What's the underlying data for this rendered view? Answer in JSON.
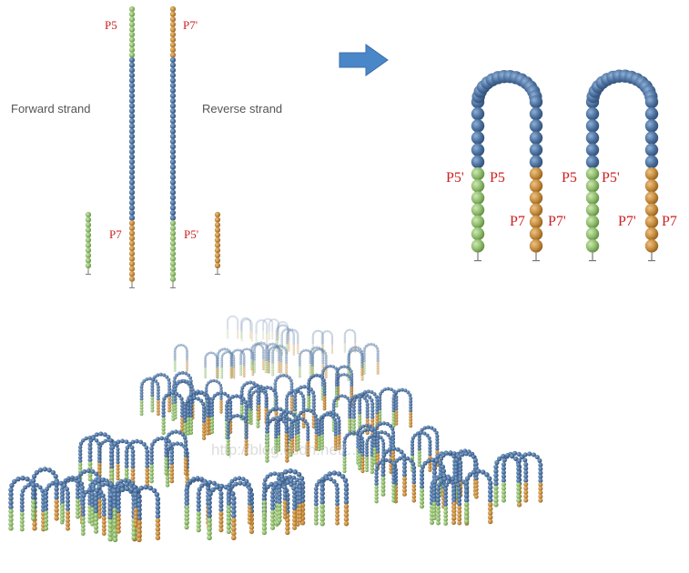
{
  "colors": {
    "blue": "#4a6f9d",
    "green": "#8dba6a",
    "orange": "#c48a3a",
    "label_red": "#cc1f1f",
    "stem": "#777777"
  },
  "strands": {
    "forward_label": "Forward strand",
    "reverse_label": "Reverse strand"
  },
  "primers": {
    "p5": "P5",
    "p7p": "P7'",
    "p7": "P7",
    "p5p": "P5'"
  },
  "bridges": {
    "left": {
      "top_left": "P5'",
      "top_right": "P5",
      "bottom_left": "P7",
      "bottom_right": "P7'"
    },
    "right": {
      "top_left": "P5",
      "top_right": "P5'",
      "bottom_left": "P7'",
      "bottom_right": "P7"
    }
  },
  "arrow": {
    "icon": "right-arrow-icon"
  },
  "watermark": "http://blog.csdn.net/…"
}
